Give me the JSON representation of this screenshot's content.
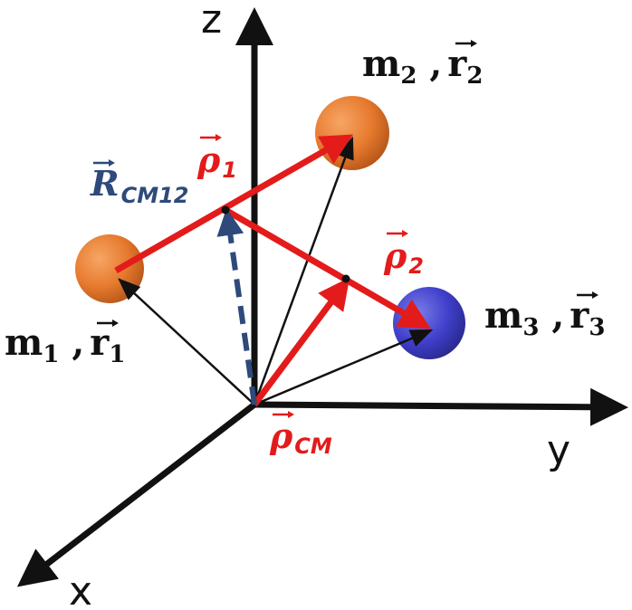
{
  "axes": {
    "x_label": "x",
    "y_label": "y",
    "z_label": "z"
  },
  "masses": [
    {
      "name": "m",
      "subscript": "1",
      "position_symbol": "r",
      "position_subscript": "1",
      "color": "#E67A2E"
    },
    {
      "name": "m",
      "subscript": "2",
      "position_symbol": "r",
      "position_subscript": "2",
      "color": "#E67A2E"
    },
    {
      "name": "m",
      "subscript": "3",
      "position_symbol": "r",
      "position_subscript": "3",
      "color": "#3F3FCB"
    }
  ],
  "vectors": {
    "rho_1": {
      "symbol": "ρ",
      "subscript": "1",
      "color": "#E31B1B"
    },
    "rho_2": {
      "symbol": "ρ",
      "subscript": "2",
      "color": "#E31B1B"
    },
    "rho_cm": {
      "symbol": "ρ",
      "subscript": "CM",
      "color": "#E31B1B"
    },
    "r_cm12": {
      "symbol": "R",
      "subscript": "CM12",
      "color": "#2E4A7A"
    }
  },
  "colors": {
    "axis": "#111111",
    "position_vector": "#111111",
    "relative_vector": "#E31B1B",
    "cm_vector": "#2E4A7A"
  },
  "separator": " ,"
}
